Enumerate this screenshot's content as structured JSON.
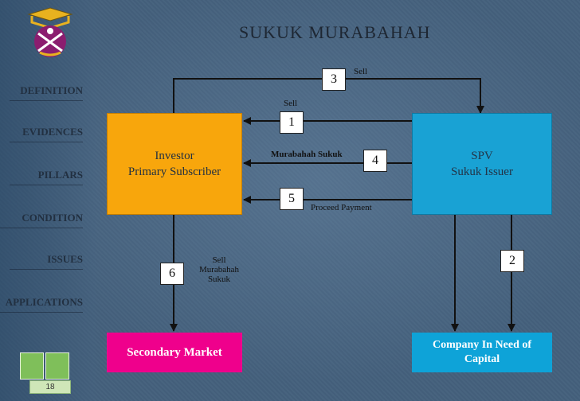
{
  "title": "SUKUK MURABAHAH",
  "nav": [
    "DEFINITION",
    "EVIDENCES",
    "PILLARS",
    "CONDITION",
    "ISSUES",
    "APPLICATIONS"
  ],
  "page_number": "18",
  "nodes": {
    "investor": {
      "line1": "Investor",
      "line2": "Primary Subscriber"
    },
    "spv": {
      "line1": "SPV",
      "line2": "Sukuk Issuer"
    },
    "secondary_market": "Secondary Market",
    "company": {
      "line1": "Company In Need of",
      "line2": "Capital"
    }
  },
  "steps": {
    "s1": "1",
    "s2": "2",
    "s3": "3",
    "s4": "4",
    "s5": "5",
    "s6": "6"
  },
  "labels": {
    "sell_top": "Sell",
    "sell_step1": "Sell",
    "murabahah_sukuk": "Murabahah Sukuk",
    "proceed_payment": "Proceed Payment",
    "sell_murabahah": [
      "Sell",
      "Murabahah",
      "Sukuk"
    ]
  },
  "colors": {
    "investor": "#f8a60c",
    "spv": "#19a2d4",
    "secondary_market": "#ef008c",
    "company": "#0ea3d8"
  }
}
